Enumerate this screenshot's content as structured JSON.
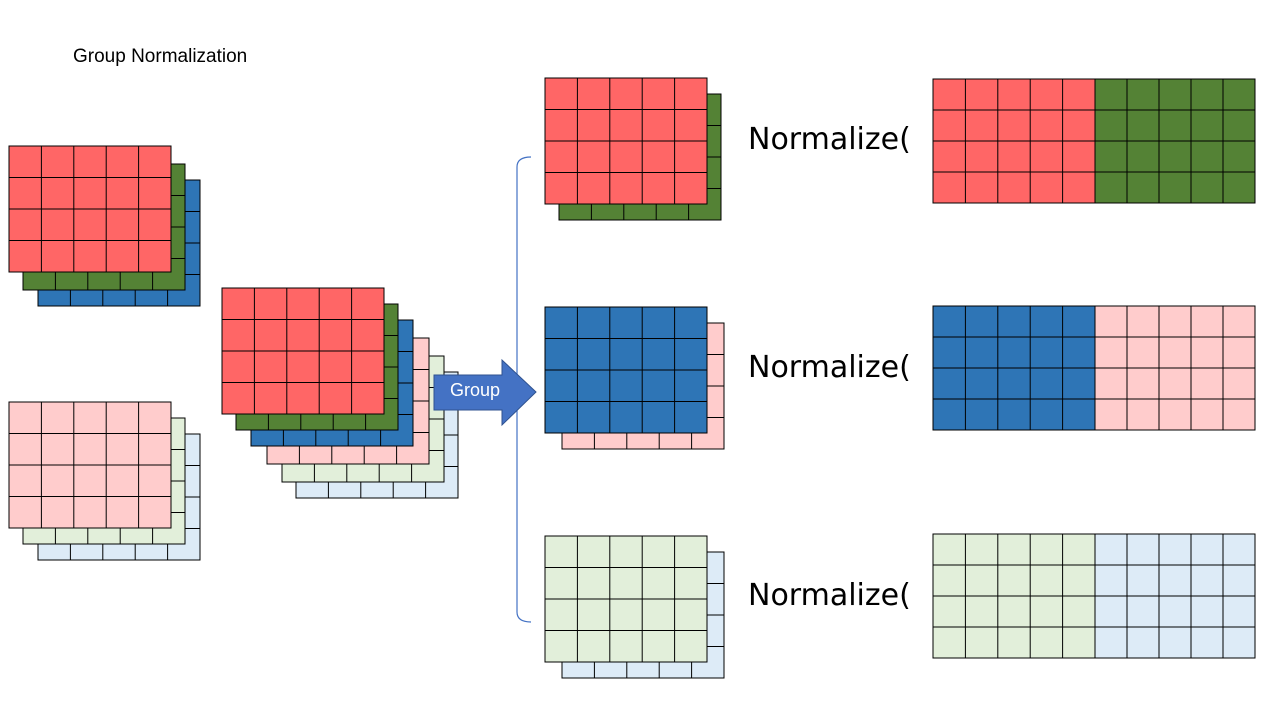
{
  "title": "Group Normalization",
  "group_label": "Group",
  "normalize_labels": [
    "Normalize(",
    "Normalize(",
    "Normalize("
  ],
  "colors": {
    "red": "#FF6666",
    "green": "#548235",
    "blue": "#2E75B6",
    "pink": "#FFCCCC",
    "light_green": "#E2EFDA",
    "light_blue": "#DDEBF7",
    "arrow": "#4472C4",
    "bracket": "#4472C4",
    "grid_line": "#000000"
  },
  "grid": {
    "rows": 4,
    "cols": 5
  }
}
